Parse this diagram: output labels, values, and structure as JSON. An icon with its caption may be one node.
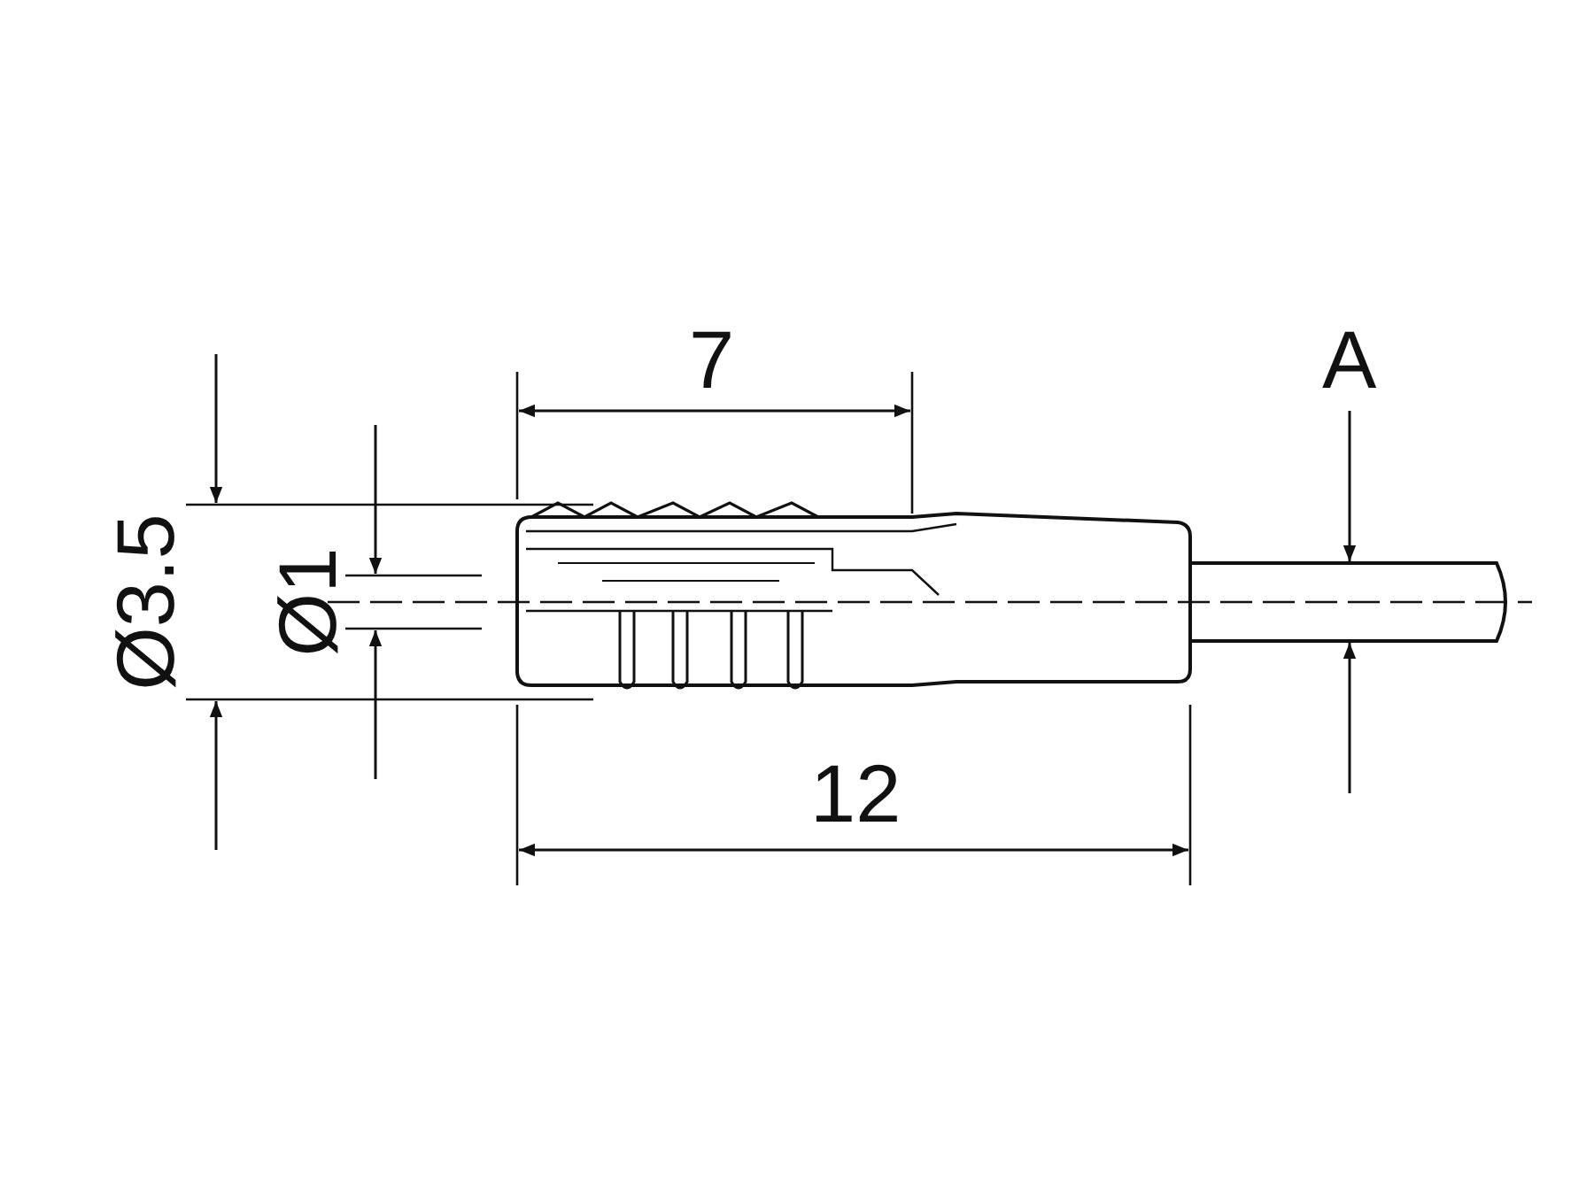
{
  "diagram": {
    "labels": [
      "7",
      "A",
      "Ø3.5",
      "Ø1",
      "12"
    ]
  }
}
